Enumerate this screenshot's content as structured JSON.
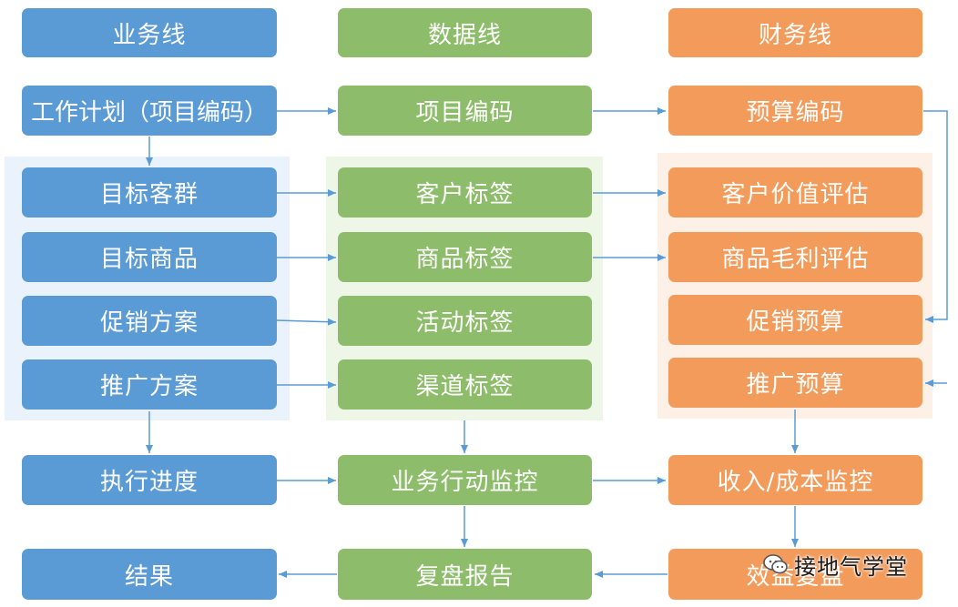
{
  "colors": {
    "business": "#5b9bd5",
    "data": "#8dbd6a",
    "finance": "#f29b5a",
    "arrow": "#5b9bd5",
    "panel_business": "#eaf3fb",
    "panel_data": "#eef6e8",
    "panel_finance": "#fdf0e6"
  },
  "business": {
    "header": "业务线",
    "work_plan": "工作计划（项目编码）",
    "target_customers": "目标客群",
    "target_products": "目标商品",
    "promo_plan": "促销方案",
    "marketing_plan": "推广方案",
    "progress": "执行进度",
    "result": "结果"
  },
  "data_line": {
    "header": "数据线",
    "project_code": "项目编码",
    "customer_tags": "客户标签",
    "product_tags": "商品标签",
    "activity_tags": "活动标签",
    "channel_tags": "渠道标签",
    "action_monitor": "业务行动监控",
    "review_report": "复盘报告"
  },
  "finance": {
    "header": "财务线",
    "budget_code": "预算编码",
    "customer_value": "客户价值评估",
    "product_margin": "商品毛利评估",
    "promo_budget": "促销预算",
    "marketing_budget": "推广预算",
    "revenue_cost": "收入/成本监控",
    "benefit_review": "效益复盘"
  },
  "watermark": {
    "icon": "wechat-icon",
    "text": "接地气学堂"
  }
}
